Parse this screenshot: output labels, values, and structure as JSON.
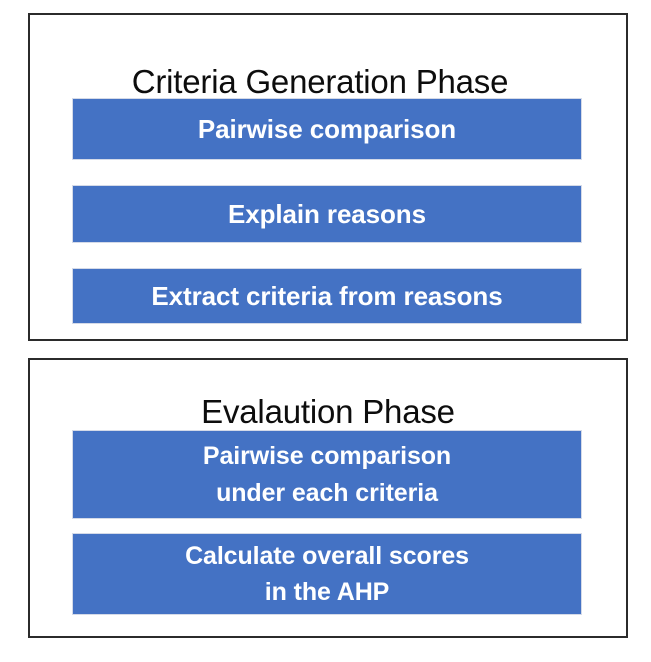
{
  "diagram": {
    "type": "two-phase-flow",
    "background_color": "#ffffff",
    "panel_border_color": "#2b2b2b",
    "box_fill_color": "#4472C4",
    "box_text_color": "#ffffff",
    "title_text_color": "#0d0d0d",
    "phases": [
      {
        "id": "criteria-generation",
        "title": "Criteria Generation Phase",
        "steps": [
          {
            "id": "pairwise-comparison",
            "label": "Pairwise comparison"
          },
          {
            "id": "explain-reasons",
            "label": "Explain reasons"
          },
          {
            "id": "extract-criteria",
            "label": "Extract criteria from reasons"
          }
        ]
      },
      {
        "id": "evaluation",
        "title": "Evalaution Phase",
        "steps": [
          {
            "id": "pairwise-under-criteria",
            "label": "Pairwise comparison\nunder each criteria"
          },
          {
            "id": "calculate-overall-scores",
            "label": "Calculate overall scores\nin the AHP"
          }
        ]
      }
    ]
  }
}
